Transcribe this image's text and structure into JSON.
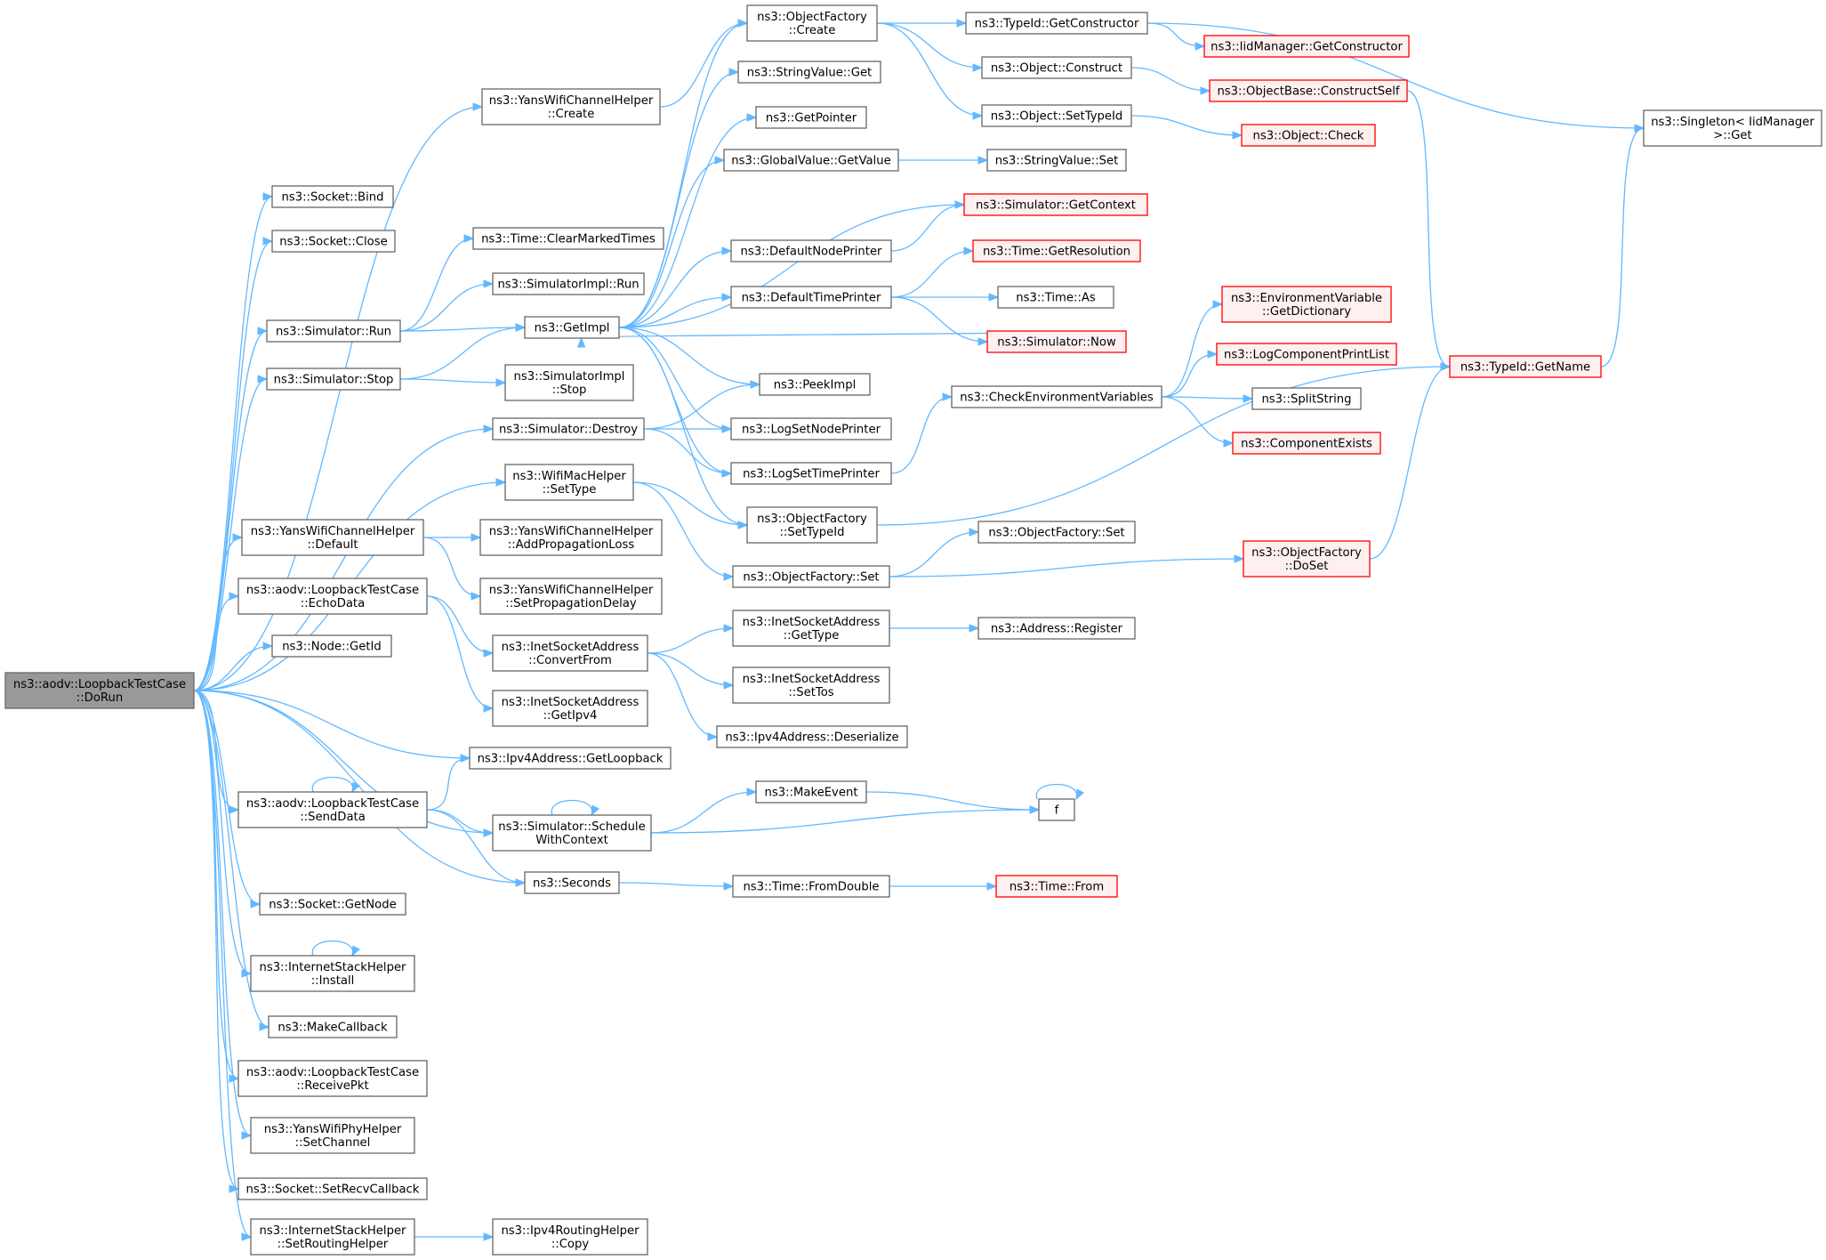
{
  "colors": {
    "edge": "#63b8ff",
    "root_fill": "#999999",
    "root_border": "#666666",
    "normal_fill": "#ffffff",
    "normal_border": "#666666",
    "truncated_fill": "#fff0f0",
    "truncated_border": "#ff0000"
  },
  "nodes": {
    "dorun": {
      "lines": [
        "ns3::aodv::LoopbackTestCase",
        "::DoRun"
      ],
      "style": "root"
    },
    "socket_bind": {
      "lines": [
        "ns3::Socket::Bind"
      ],
      "style": "normal"
    },
    "socket_close": {
      "lines": [
        "ns3::Socket::Close"
      ],
      "style": "normal"
    },
    "sim_run": {
      "lines": [
        "ns3::Simulator::Run"
      ],
      "style": "normal"
    },
    "sim_stop": {
      "lines": [
        "ns3::Simulator::Stop"
      ],
      "style": "normal"
    },
    "yans_default": {
      "lines": [
        "ns3::YansWifiChannelHelper",
        "::Default"
      ],
      "style": "normal"
    },
    "echo_data": {
      "lines": [
        "ns3::aodv::LoopbackTestCase",
        "::EchoData"
      ],
      "style": "normal"
    },
    "node_getid": {
      "lines": [
        "ns3::Node::GetId"
      ],
      "style": "normal"
    },
    "send_data": {
      "lines": [
        "ns3::aodv::LoopbackTestCase",
        "::SendData"
      ],
      "style": "normal"
    },
    "socket_getnode": {
      "lines": [
        "ns3::Socket::GetNode"
      ],
      "style": "normal"
    },
    "stack_install": {
      "lines": [
        "ns3::InternetStackHelper",
        "::Install"
      ],
      "style": "normal"
    },
    "make_callback": {
      "lines": [
        "ns3::MakeCallback"
      ],
      "style": "normal"
    },
    "receive_pkt": {
      "lines": [
        "ns3::aodv::LoopbackTestCase",
        "::ReceivePkt"
      ],
      "style": "normal"
    },
    "phy_setchannel": {
      "lines": [
        "ns3::YansWifiPhyHelper",
        "::SetChannel"
      ],
      "style": "normal"
    },
    "socket_setrecv": {
      "lines": [
        "ns3::Socket::SetRecvCallback"
      ],
      "style": "normal"
    },
    "stack_setrouting": {
      "lines": [
        "ns3::InternetStackHelper",
        "::SetRoutingHelper"
      ],
      "style": "normal"
    },
    "yans_create": {
      "lines": [
        "ns3::YansWifiChannelHelper",
        "::Create"
      ],
      "style": "normal"
    },
    "time_clearmarked": {
      "lines": [
        "ns3::Time::ClearMarkedTimes"
      ],
      "style": "normal"
    },
    "simimpl_run": {
      "lines": [
        "ns3::SimulatorImpl::Run"
      ],
      "style": "normal"
    },
    "get_impl": {
      "lines": [
        "ns3::GetImpl"
      ],
      "style": "normal"
    },
    "simimpl_stop": {
      "lines": [
        "ns3::SimulatorImpl",
        "::Stop"
      ],
      "style": "normal"
    },
    "sim_destroy": {
      "lines": [
        "ns3::Simulator::Destroy"
      ],
      "style": "normal"
    },
    "wifimac_settype": {
      "lines": [
        "ns3::WifiMacHelper",
        "::SetType"
      ],
      "style": "normal"
    },
    "add_proploss": {
      "lines": [
        "ns3::YansWifiChannelHelper",
        "::AddPropagationLoss"
      ],
      "style": "normal"
    },
    "set_propdelay": {
      "lines": [
        "ns3::YansWifiChannelHelper",
        "::SetPropagationDelay"
      ],
      "style": "normal"
    },
    "inet_convertfrom": {
      "lines": [
        "ns3::InetSocketAddress",
        "::ConvertFrom"
      ],
      "style": "normal"
    },
    "inet_getipv4": {
      "lines": [
        "ns3::InetSocketAddress",
        "::GetIpv4"
      ],
      "style": "normal"
    },
    "ipv4_getloopback": {
      "lines": [
        "ns3::Ipv4Address::GetLoopback"
      ],
      "style": "normal"
    },
    "sim_schedulectx": {
      "lines": [
        "ns3::Simulator::Schedule",
        "WithContext"
      ],
      "style": "normal"
    },
    "seconds": {
      "lines": [
        "ns3::Seconds"
      ],
      "style": "normal"
    },
    "ipv4routing_copy": {
      "lines": [
        "ns3::Ipv4RoutingHelper",
        "::Copy"
      ],
      "style": "normal"
    },
    "of_create": {
      "lines": [
        "ns3::ObjectFactory",
        "::Create"
      ],
      "style": "normal"
    },
    "stringvalue_get": {
      "lines": [
        "ns3::StringValue::Get"
      ],
      "style": "normal"
    },
    "get_pointer": {
      "lines": [
        "ns3::GetPointer"
      ],
      "style": "normal"
    },
    "globalvalue_getvalue": {
      "lines": [
        "ns3::GlobalValue::GetValue"
      ],
      "style": "normal"
    },
    "default_nodeprinter": {
      "lines": [
        "ns3::DefaultNodePrinter"
      ],
      "style": "normal"
    },
    "default_timeprinter": {
      "lines": [
        "ns3::DefaultTimePrinter"
      ],
      "style": "normal"
    },
    "peek_impl": {
      "lines": [
        "ns3::PeekImpl"
      ],
      "style": "normal"
    },
    "log_setnodeprinter": {
      "lines": [
        "ns3::LogSetNodePrinter"
      ],
      "style": "normal"
    },
    "log_settimeprinter": {
      "lines": [
        "ns3::LogSetTimePrinter"
      ],
      "style": "normal"
    },
    "of_settypeid": {
      "lines": [
        "ns3::ObjectFactory",
        "::SetTypeId"
      ],
      "style": "normal"
    },
    "of_set": {
      "lines": [
        "ns3::ObjectFactory::Set"
      ],
      "style": "normal"
    },
    "inet_gettype": {
      "lines": [
        "ns3::InetSocketAddress",
        "::GetType"
      ],
      "style": "normal"
    },
    "inet_settos": {
      "lines": [
        "ns3::InetSocketAddress",
        "::SetTos"
      ],
      "style": "normal"
    },
    "ipv4_deserialize": {
      "lines": [
        "ns3::Ipv4Address::Deserialize"
      ],
      "style": "normal"
    },
    "make_event": {
      "lines": [
        "ns3::MakeEvent"
      ],
      "style": "normal"
    },
    "time_fromdouble": {
      "lines": [
        "ns3::Time::FromDouble"
      ],
      "style": "normal"
    },
    "typeid_getctor": {
      "lines": [
        "ns3::TypeId::GetConstructor"
      ],
      "style": "normal"
    },
    "object_construct": {
      "lines": [
        "ns3::Object::Construct"
      ],
      "style": "normal"
    },
    "object_settypeid": {
      "lines": [
        "ns3::Object::SetTypeId"
      ],
      "style": "normal"
    },
    "stringvalue_set": {
      "lines": [
        "ns3::StringValue::Set"
      ],
      "style": "normal"
    },
    "sim_getcontext": {
      "lines": [
        "ns3::Simulator::GetContext"
      ],
      "style": "truncated"
    },
    "time_getresolution": {
      "lines": [
        "ns3::Time::GetResolution"
      ],
      "style": "truncated"
    },
    "time_as": {
      "lines": [
        "ns3::Time::As"
      ],
      "style": "normal"
    },
    "sim_now": {
      "lines": [
        "ns3::Simulator::Now"
      ],
      "style": "truncated"
    },
    "check_envvars": {
      "lines": [
        "ns3::CheckEnvironmentVariables"
      ],
      "style": "normal"
    },
    "of_setsimple": {
      "lines": [
        "ns3::ObjectFactory::Set"
      ],
      "style": "normal"
    },
    "address_register": {
      "lines": [
        "ns3::Address::Register"
      ],
      "style": "normal"
    },
    "f": {
      "lines": [
        "f"
      ],
      "style": "normal"
    },
    "time_from": {
      "lines": [
        "ns3::Time::From"
      ],
      "style": "truncated"
    },
    "iid_getctor": {
      "lines": [
        "ns3::IidManager::GetConstructor"
      ],
      "style": "truncated"
    },
    "objbase_constructself": {
      "lines": [
        "ns3::ObjectBase::ConstructSelf"
      ],
      "style": "truncated"
    },
    "object_check": {
      "lines": [
        "ns3::Object::Check"
      ],
      "style": "truncated"
    },
    "envvar_getdict": {
      "lines": [
        "ns3::EnvironmentVariable",
        "::GetDictionary"
      ],
      "style": "truncated"
    },
    "log_printlist": {
      "lines": [
        "ns3::LogComponentPrintList"
      ],
      "style": "truncated"
    },
    "split_string": {
      "lines": [
        "ns3::SplitString"
      ],
      "style": "normal"
    },
    "component_exists": {
      "lines": [
        "ns3::ComponentExists"
      ],
      "style": "truncated"
    },
    "of_doset": {
      "lines": [
        "ns3::ObjectFactory",
        "::DoSet"
      ],
      "style": "truncated"
    },
    "singleton_get": {
      "lines": [
        "ns3::Singleton< IidManager",
        " >::Get"
      ],
      "style": "normal"
    },
    "typeid_getname": {
      "lines": [
        "ns3::TypeId::GetName"
      ],
      "style": "truncated"
    }
  },
  "edges": [
    [
      "dorun",
      "socket_bind"
    ],
    [
      "dorun",
      "socket_close"
    ],
    [
      "dorun",
      "yans_create"
    ],
    [
      "dorun",
      "sim_run"
    ],
    [
      "dorun",
      "sim_stop"
    ],
    [
      "dorun",
      "sim_destroy"
    ],
    [
      "dorun",
      "wifimac_settype"
    ],
    [
      "dorun",
      "yans_default"
    ],
    [
      "dorun",
      "echo_data"
    ],
    [
      "dorun",
      "node_getid"
    ],
    [
      "dorun",
      "ipv4_getloopback"
    ],
    [
      "dorun",
      "send_data"
    ],
    [
      "dorun",
      "sim_schedulectx"
    ],
    [
      "dorun",
      "seconds"
    ],
    [
      "dorun",
      "socket_getnode"
    ],
    [
      "dorun",
      "stack_install"
    ],
    [
      "dorun",
      "make_callback"
    ],
    [
      "dorun",
      "receive_pkt"
    ],
    [
      "dorun",
      "phy_setchannel"
    ],
    [
      "dorun",
      "socket_setrecv"
    ],
    [
      "dorun",
      "stack_setrouting"
    ],
    [
      "yans_create",
      "of_create"
    ],
    [
      "sim_run",
      "time_clearmarked"
    ],
    [
      "sim_run",
      "simimpl_run"
    ],
    [
      "sim_run",
      "get_impl"
    ],
    [
      "sim_stop",
      "get_impl"
    ],
    [
      "sim_stop",
      "simimpl_stop"
    ],
    [
      "sim_destroy",
      "peek_impl"
    ],
    [
      "sim_destroy",
      "log_setnodeprinter"
    ],
    [
      "sim_destroy",
      "log_settimeprinter"
    ],
    [
      "wifimac_settype",
      "of_settypeid"
    ],
    [
      "wifimac_settype",
      "of_set"
    ],
    [
      "yans_default",
      "add_proploss"
    ],
    [
      "yans_default",
      "set_propdelay"
    ],
    [
      "echo_data",
      "inet_convertfrom"
    ],
    [
      "echo_data",
      "inet_getipv4"
    ],
    [
      "send_data",
      "send_data"
    ],
    [
      "send_data",
      "ipv4_getloopback"
    ],
    [
      "send_data",
      "sim_schedulectx"
    ],
    [
      "send_data",
      "seconds"
    ],
    [
      "stack_install",
      "stack_install"
    ],
    [
      "stack_setrouting",
      "ipv4routing_copy"
    ],
    [
      "get_impl",
      "of_create"
    ],
    [
      "get_impl",
      "stringvalue_get"
    ],
    [
      "get_impl",
      "get_pointer"
    ],
    [
      "get_impl",
      "globalvalue_getvalue"
    ],
    [
      "get_impl",
      "sim_getcontext"
    ],
    [
      "get_impl",
      "default_nodeprinter"
    ],
    [
      "get_impl",
      "default_timeprinter"
    ],
    [
      "get_impl",
      "peek_impl"
    ],
    [
      "get_impl",
      "log_setnodeprinter"
    ],
    [
      "get_impl",
      "log_settimeprinter"
    ],
    [
      "get_impl",
      "of_settypeid"
    ],
    [
      "sim_now",
      "get_impl"
    ],
    [
      "inet_convertfrom",
      "inet_gettype"
    ],
    [
      "inet_convertfrom",
      "inet_settos"
    ],
    [
      "inet_convertfrom",
      "ipv4_deserialize"
    ],
    [
      "sim_schedulectx",
      "sim_schedulectx"
    ],
    [
      "sim_schedulectx",
      "make_event"
    ],
    [
      "sim_schedulectx",
      "f"
    ],
    [
      "seconds",
      "time_fromdouble"
    ],
    [
      "of_create",
      "typeid_getctor"
    ],
    [
      "of_create",
      "object_construct"
    ],
    [
      "of_create",
      "object_settypeid"
    ],
    [
      "globalvalue_getvalue",
      "stringvalue_set"
    ],
    [
      "default_nodeprinter",
      "sim_getcontext"
    ],
    [
      "default_timeprinter",
      "time_getresolution"
    ],
    [
      "default_timeprinter",
      "time_as"
    ],
    [
      "default_timeprinter",
      "sim_now"
    ],
    [
      "log_settimeprinter",
      "check_envvars"
    ],
    [
      "of_settypeid",
      "typeid_getname"
    ],
    [
      "of_set",
      "of_setsimple"
    ],
    [
      "of_set",
      "of_doset"
    ],
    [
      "inet_gettype",
      "address_register"
    ],
    [
      "make_event",
      "f"
    ],
    [
      "f",
      "f"
    ],
    [
      "time_fromdouble",
      "time_from"
    ],
    [
      "typeid_getctor",
      "iid_getctor"
    ],
    [
      "typeid_getctor",
      "singleton_get"
    ],
    [
      "object_construct",
      "objbase_constructself"
    ],
    [
      "object_settypeid",
      "object_check"
    ],
    [
      "objbase_constructself",
      "typeid_getname"
    ],
    [
      "check_envvars",
      "envvar_getdict"
    ],
    [
      "check_envvars",
      "log_printlist"
    ],
    [
      "check_envvars",
      "split_string"
    ],
    [
      "check_envvars",
      "component_exists"
    ],
    [
      "of_doset",
      "typeid_getname"
    ],
    [
      "typeid_getname",
      "singleton_get"
    ]
  ]
}
